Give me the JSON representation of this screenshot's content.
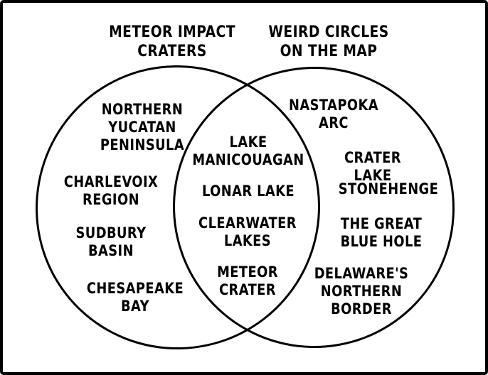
{
  "colors": {
    "ink": "#000000",
    "paper": "#ffffff"
  },
  "venn": {
    "left_title": "METEOR IMPACT\nCRATERS",
    "right_title": "WEIRD CIRCLES\nON THE MAP",
    "left_only": [
      "NORTHERN\nYUCATAN\nPENINSULA",
      "CHARLEVOIX\nREGION",
      "SUDBURY\nBASIN",
      "CHESAPEAKE\nBAY"
    ],
    "intersection": [
      "LAKE\nMANICOUAGAN",
      "LONAR LAKE",
      "CLEARWATER\nLAKES",
      "METEOR\nCRATER"
    ],
    "right_only": [
      "NASTAPOKA\nARC",
      "CRATER LAKE",
      "STONEHENGE",
      "THE GREAT\nBLUE HOLE",
      "DELAWARE'S\nNORTHERN\nBORDER"
    ]
  }
}
